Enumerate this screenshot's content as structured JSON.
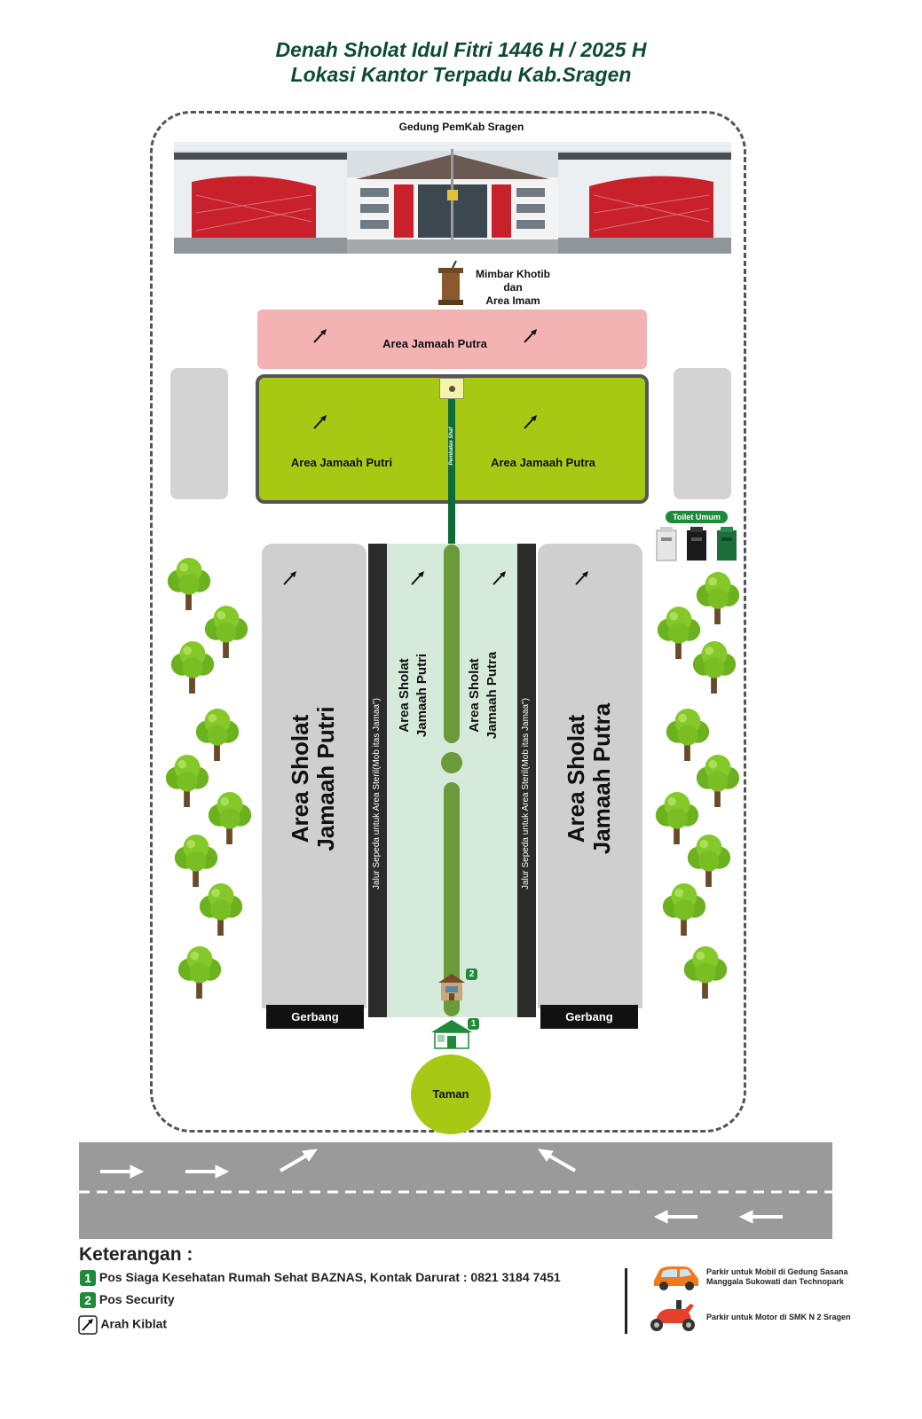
{
  "title": {
    "line1": "Denah Sholat Idul Fitri 1446 H / 2025 H",
    "line2": "Lokasi Kantor Terpadu Kab.Sragen"
  },
  "building": {
    "label": "Gedung PemKab Sragen"
  },
  "mimbar": {
    "line1": "Mimbar Khotib",
    "line2": "dan",
    "line3": "Area Imam"
  },
  "areas": {
    "top_pink": "Area Jamaah Putra",
    "green_left": "Area Jamaah Putri",
    "green_right": "Area Jamaah Putra",
    "pembatas": "Pembatas Shaf",
    "left_big": {
      "line1": "Area Sholat",
      "line2": "Jamaah Putri"
    },
    "right_big": {
      "line1": "Area Sholat",
      "line2": "Jamaah Putra"
    },
    "center_left": {
      "line1": "Area Sholat",
      "line2": "Jamaah Putri"
    },
    "center_right": {
      "line1": "Area Sholat",
      "line2": "Jamaah Putra"
    },
    "bike_lane": "Jalur Sepeda untuk Area Steril(Mob itas Jamaa\")"
  },
  "toilet": {
    "label": "Toilet Umum"
  },
  "gates": {
    "left": "Gerbang",
    "right": "Gerbang"
  },
  "taman": "Taman",
  "markers": {
    "one": "1",
    "two": "2"
  },
  "legend": {
    "heading": "Keterangan :",
    "items": [
      {
        "badge": "1",
        "text": "Pos Siaga Kesehatan Rumah Sehat BAZNAS, Kontak Darurat : 0821 3184 7451"
      },
      {
        "badge": "2",
        "text": "Pos Security"
      },
      {
        "text": "Arah Kiblat"
      }
    ],
    "parking_car": {
      "line1": "Parkir untuk Mobil di Gedung Sasana",
      "line2": "Manggala Sukowati dan Technopark"
    },
    "parking_moto": "Parkir untuk Motor di SMK N 2 Sragen"
  },
  "colors": {
    "title": "#0e4a35",
    "pink": "#f3b3b3",
    "lime": "#a7c914",
    "grey_area": "#cfcfcf",
    "center_lane": "#d6eadc",
    "green_line": "#0d6b37",
    "olive": "#6a9a3a",
    "road": "#9a9a9a",
    "badge": "#1f8a3a"
  }
}
